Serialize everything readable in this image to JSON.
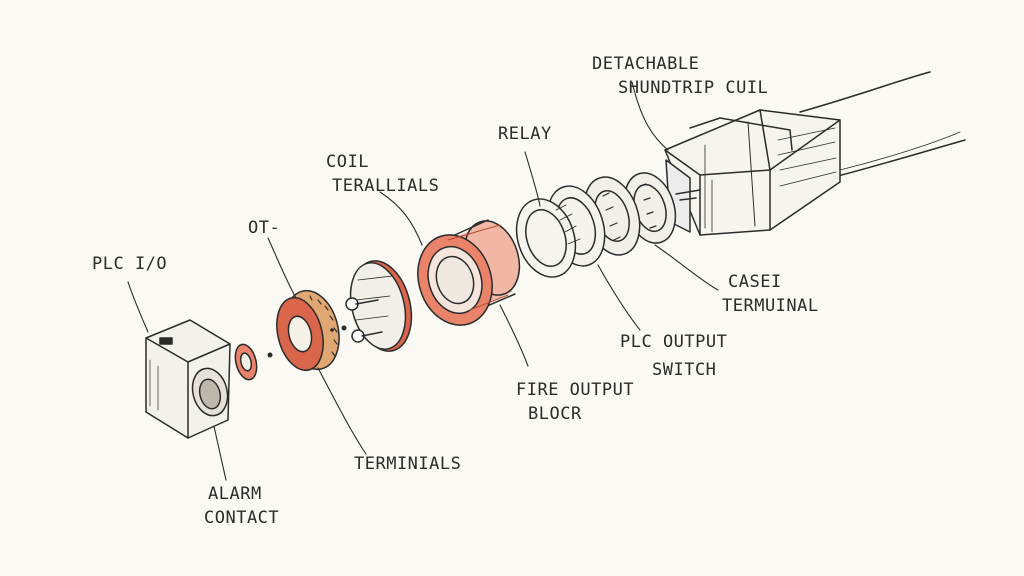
{
  "labels": {
    "detachable_coil": [
      "DETACHABLE",
      "SHUNDTRIP CUIL"
    ],
    "relay": "RELAY",
    "coil_terminals": [
      "COIL",
      "TERALLIALS"
    ],
    "ot": "OT-",
    "plc_io": "PLC I/O",
    "casei_terminal": [
      "CASEI",
      "TERMUINAL"
    ],
    "plc_output_switch": [
      "PLC OUTPUT",
      "SWITCH"
    ],
    "fire_output_block": [
      "FIRE OUTPUT",
      "BLOCR"
    ],
    "terminials": "TERMINIALS",
    "alarm_contact": [
      "ALARM",
      "CONTACT"
    ]
  },
  "colors": {
    "ink": "#2b2b2b",
    "paper": "#faf9f4",
    "accent_red": "#d9654a",
    "accent_red_light": "#f1b7a4",
    "wood": "#e0a773"
  }
}
